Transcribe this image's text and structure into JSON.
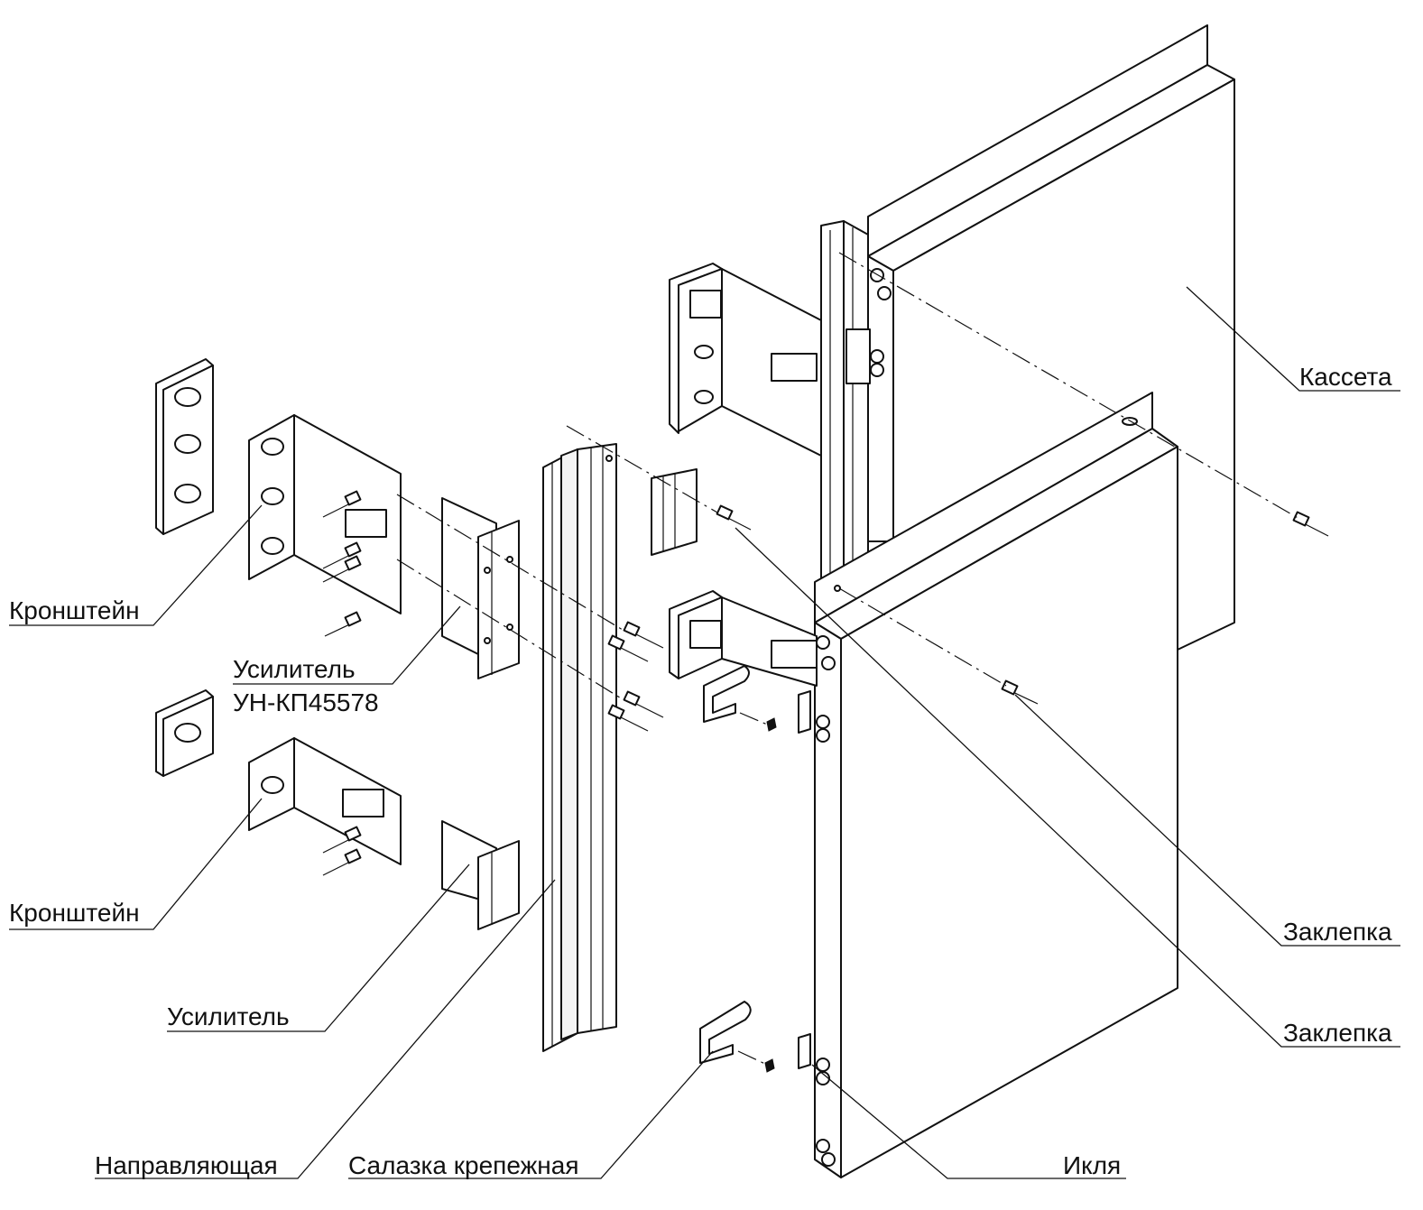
{
  "labels": {
    "kasseta": "Кассета",
    "kronshtein_top": "Кронштейн",
    "usilitel_top_line1": "Усилитель",
    "usilitel_top_line2": "УН-КП45578",
    "kronshtein_bottom": "Кронштейн",
    "usilitel_bottom": "Усилитель",
    "zaklepka_1": "Заклепка",
    "zaklepka_2": "Заклепка",
    "napravlyayushchaya": "Направляющая",
    "salazka": "Салазка крепежная",
    "iklya": "Икля"
  }
}
